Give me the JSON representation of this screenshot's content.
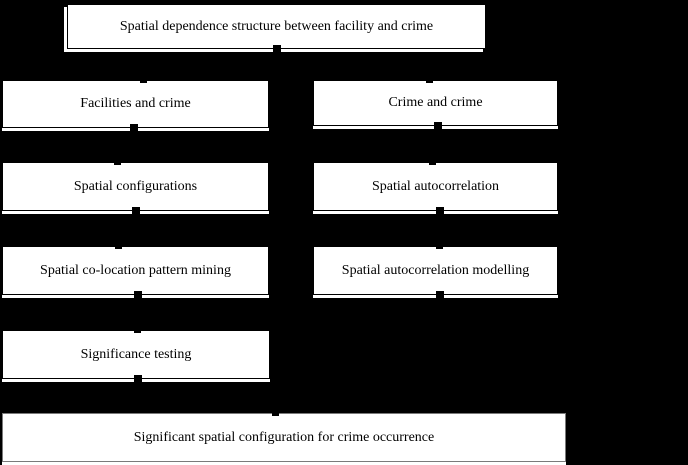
{
  "flowchart": {
    "boxes": {
      "top": {
        "label": "Spatial dependence structure between facility and crime"
      },
      "r2_left": {
        "label": "Facilities and crime"
      },
      "r2_right": {
        "label": "Crime and crime"
      },
      "r3_left": {
        "label": "Spatial configurations"
      },
      "r3_right": {
        "label": "Spatial autocorrelation"
      },
      "r4_left": {
        "label": "Spatial co-location pattern mining"
      },
      "r4_right": {
        "label": "Spatial autocorrelation modelling"
      },
      "r5_left": {
        "label": "Significance testing"
      },
      "bottom": {
        "label": "Significant spatial configuration for crime occurrence"
      }
    },
    "colors": {
      "background": "#000000",
      "box_fill": "#ffffff",
      "box_border": "#000000",
      "text": "#000000"
    }
  }
}
